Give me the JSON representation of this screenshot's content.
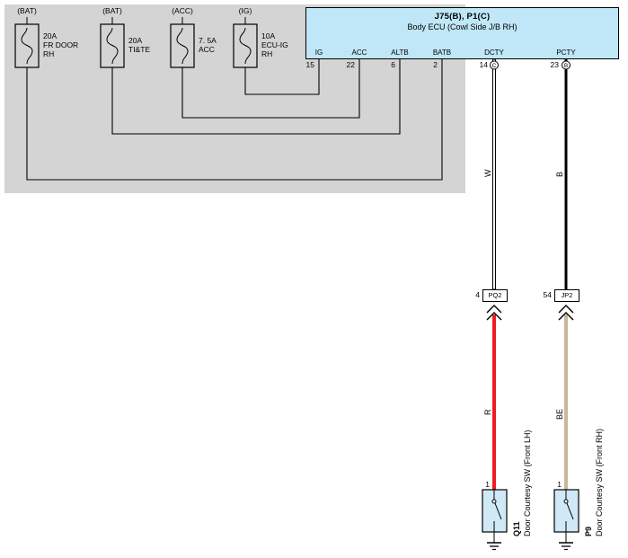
{
  "ecu": {
    "title": "J75(B), P1(C)",
    "subtitle": "Body ECU (Cowl Side J/B RH)",
    "pins": [
      {
        "name": "IG",
        "number": "15"
      },
      {
        "name": "ACC",
        "number": "22"
      },
      {
        "name": "ALTB",
        "number": "6"
      },
      {
        "name": "BATB",
        "number": "2"
      },
      {
        "name": "DCTY",
        "number": "14",
        "connector": "C"
      },
      {
        "name": "PCTY",
        "number": "23",
        "connector": "B"
      }
    ]
  },
  "fuses": [
    {
      "source": "(BAT)",
      "rating": "20A",
      "name1": "FR DOOR",
      "name2": "RH"
    },
    {
      "source": "(BAT)",
      "rating": "20A",
      "name1": "TI&TE"
    },
    {
      "source": "(ACC)",
      "rating": "7. 5A",
      "name1": "ACC"
    },
    {
      "source": "(IG)",
      "rating": "10A",
      "name1": "ECU-IG",
      "name2": "RH"
    }
  ],
  "wires": {
    "dcty_upper": {
      "code": "W",
      "color": "#ffffff"
    },
    "pcty_upper": {
      "code": "B",
      "color": "#000000"
    },
    "dcty_lower": {
      "code": "R",
      "color": "#ed1c24"
    },
    "pcty_lower": {
      "code": "BE",
      "color": "#c9b79a"
    }
  },
  "junction_connectors": [
    {
      "pin": "4",
      "label": "PQ2"
    },
    {
      "pin": "54",
      "label": "JP2"
    }
  ],
  "switches": [
    {
      "pin": "1",
      "id": "Q11",
      "name": "Door Courtesy SW (Front LH)"
    },
    {
      "pin": "1",
      "id": "P9",
      "name": "Door Courtesy SW (Front RH)"
    }
  ],
  "colors": {
    "ecu_fill": "#bfe7f7",
    "switch_fill": "#cfe9f7",
    "region_gray": "#d4d4d4"
  }
}
